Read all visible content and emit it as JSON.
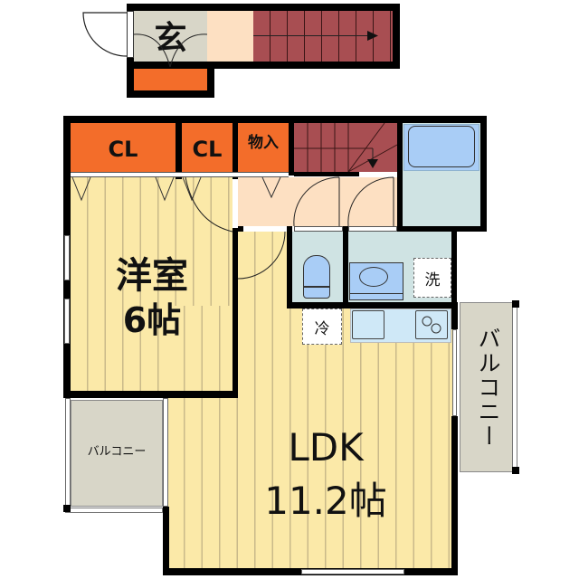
{
  "floor_plan": {
    "type": "apartment layout",
    "rooms": {
      "entrance": {
        "label": "玄"
      },
      "closet_1": {
        "label": "CL"
      },
      "closet_2": {
        "label": "CL"
      },
      "storage": {
        "label": "物入"
      },
      "western_room": {
        "label_line1": "洋室",
        "label_line2": "6帖"
      },
      "ldk": {
        "label_line1": "LDK",
        "label_line2": "11.2帖"
      },
      "balcony_left": {
        "label": "バルコニー"
      },
      "balcony_right": {
        "label": "バルコニー"
      },
      "refrigerator": {
        "label": "冷"
      },
      "washer": {
        "label": "洗"
      }
    },
    "colors": {
      "wood_floor": "#fbe9a8",
      "closet": "#f36d2a",
      "stairs": "#a84e52",
      "hallway": "#fde0c2",
      "entrance_floor": "#d8d6c8",
      "wet_area": "#cfe3e3",
      "fixture_blue": "#a9cdf6",
      "balcony": "#d8d6c8",
      "wall": "#000000"
    }
  }
}
